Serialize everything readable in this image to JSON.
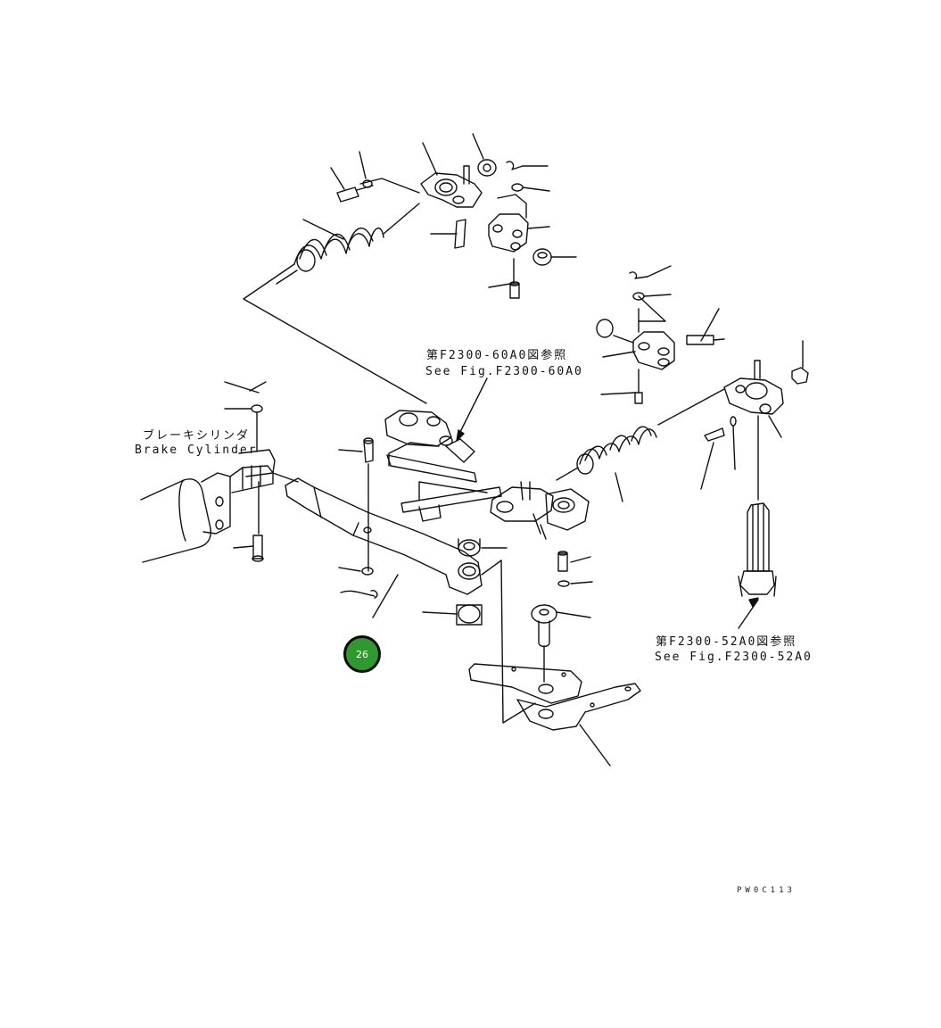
{
  "labels": {
    "brake_cylinder_jp": "ブレーキシリンダ",
    "brake_cylinder_en": "Brake Cylinder",
    "ref_top_jp": "第F2300-60A0図参照",
    "ref_top_en": "See Fig.F2300-60A0",
    "ref_bottom_jp": "第F2300-52A0図参照",
    "ref_bottom_en": "See Fig.F2300-52A0",
    "drawing_code": "PW0C113"
  },
  "callout": {
    "number": "26",
    "color": "#2e9a2e"
  }
}
